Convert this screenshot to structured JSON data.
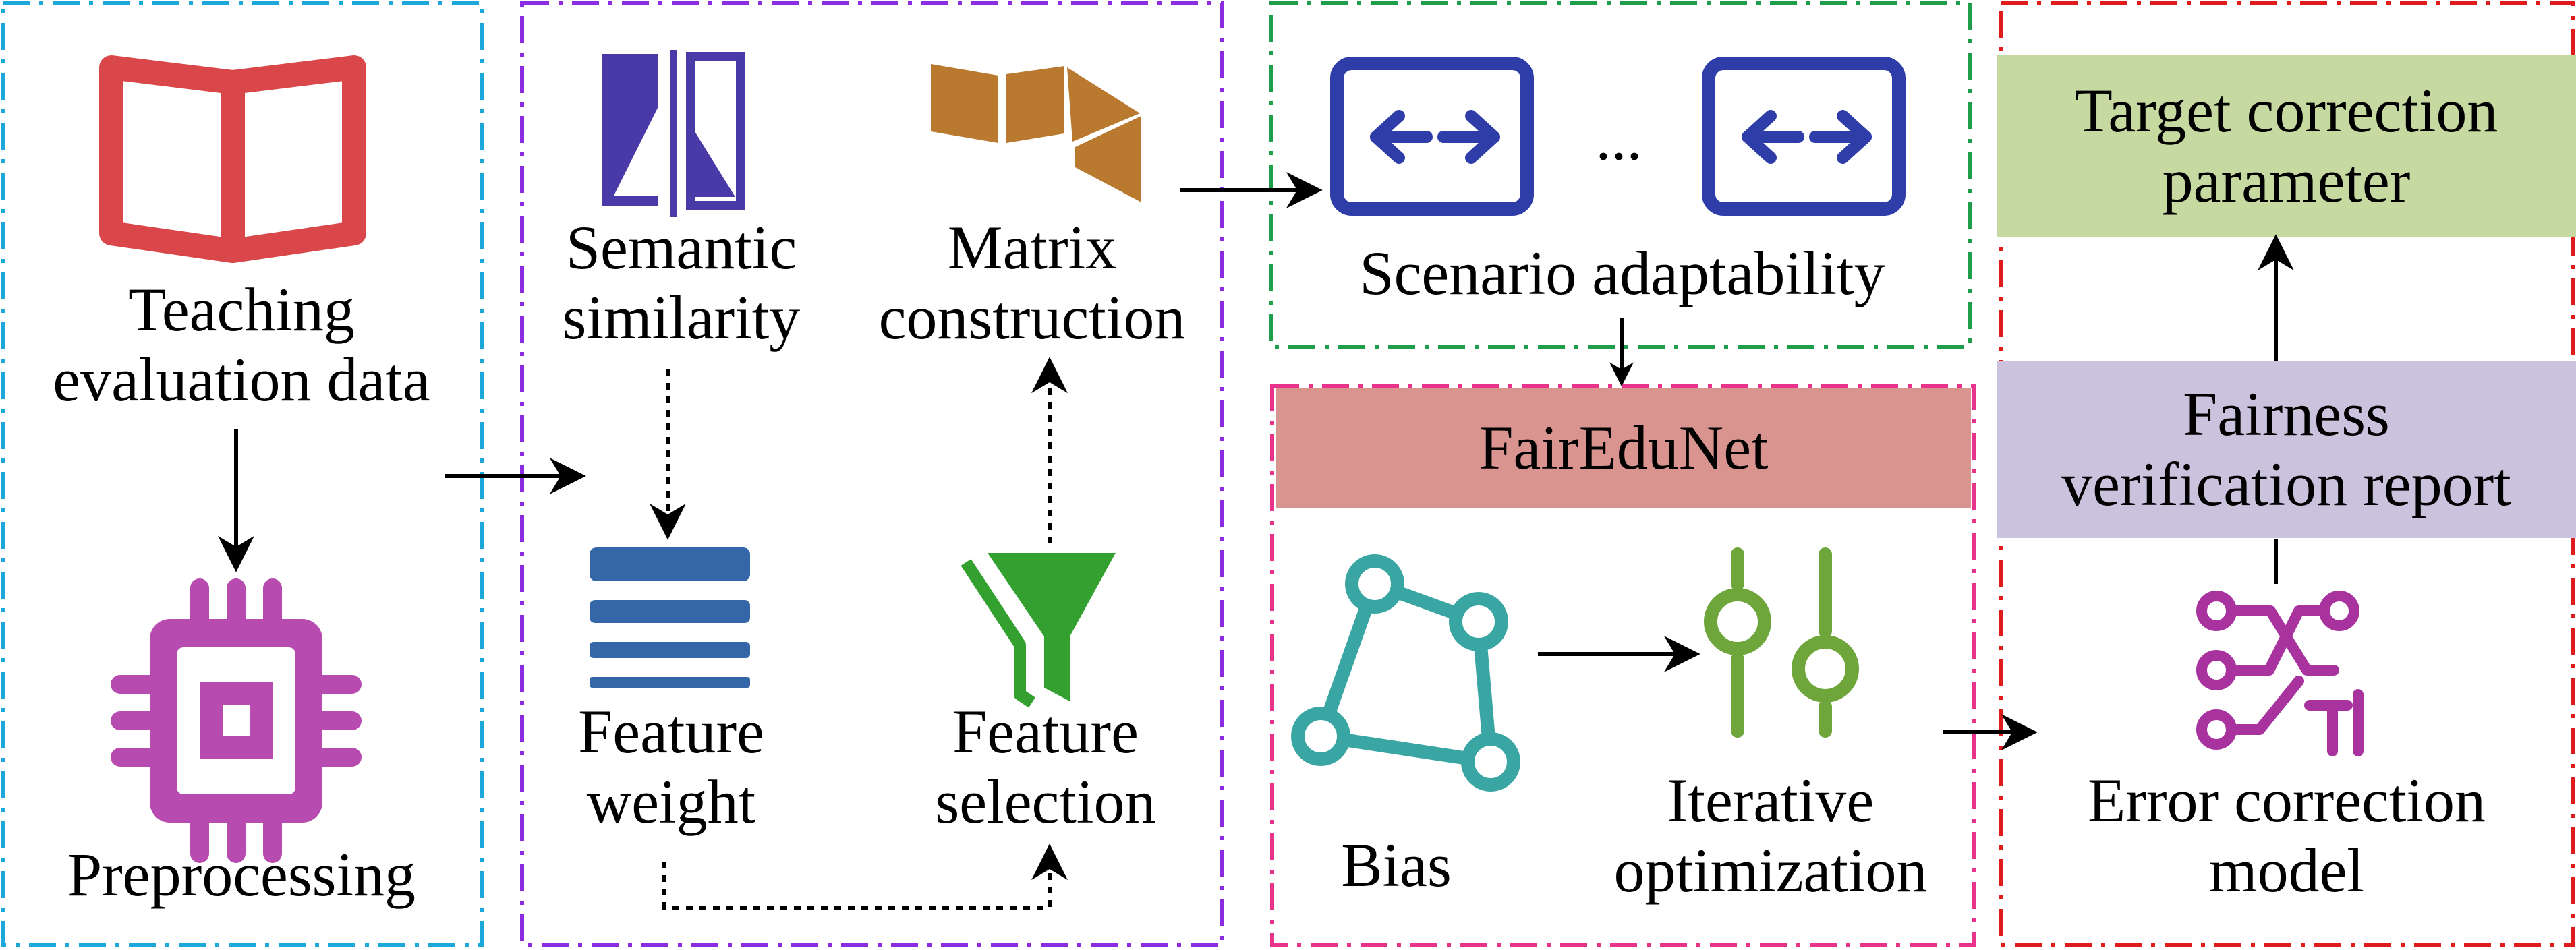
{
  "colors": {
    "panel1_border": "#1DA8DC",
    "panel2_border": "#8B2BE2",
    "panel3_border": "#1E9E4A",
    "panel4_border": "#E8338A",
    "panel5_border": "#E01B1B",
    "book_icon": "#D9474A",
    "chip_icon": "#B84BB0",
    "semantic_icon": "#4A3AA8",
    "matrix_icon": "#B97A2F",
    "weight_icon": "#3566A8",
    "filter_icon": "#34A02F",
    "arrows_box": "#2E3DA8",
    "bias_icon": "#3AA6A3",
    "slider_icon": "#6FA63B",
    "error_icon": "#A8339E",
    "faireedunet_fill": "#D99490",
    "target_fill": "#C6D9A0",
    "fairness_fill": "#CBC2DD"
  },
  "panel1": {
    "input_label": "Teaching\nevaluation data",
    "preprocess_label": "Preprocessing",
    "icons": [
      "open-book-icon",
      "chip-icon"
    ]
  },
  "panel2": {
    "semantic_label": "Semantic\nsimilarity",
    "matrix_label": "Matrix\nconstruction",
    "weight_label": "Feature\nweight",
    "selection_label": "Feature\nselection",
    "icons": [
      "semantic-similarity-icon",
      "matrix-construction-icon",
      "feature-weight-icon",
      "filter-icon"
    ]
  },
  "panel3": {
    "ellipsis": "...",
    "scenario_label": "Scenario adaptability",
    "icons": [
      "left-right-arrows-icon",
      "left-right-arrows-icon"
    ]
  },
  "panel4": {
    "model_name": "FairEduNet",
    "bias_label": "Bias",
    "iterative_label": "Iterative\noptimization",
    "icons": [
      "bias-graph-icon",
      "sliders-icon"
    ]
  },
  "panel5": {
    "target_label": "Target correction\nparameter",
    "fairness_label": "Fairness\nverification report",
    "error_label": "Error correction\nmodel",
    "icons": [
      "error-correction-icon"
    ]
  }
}
